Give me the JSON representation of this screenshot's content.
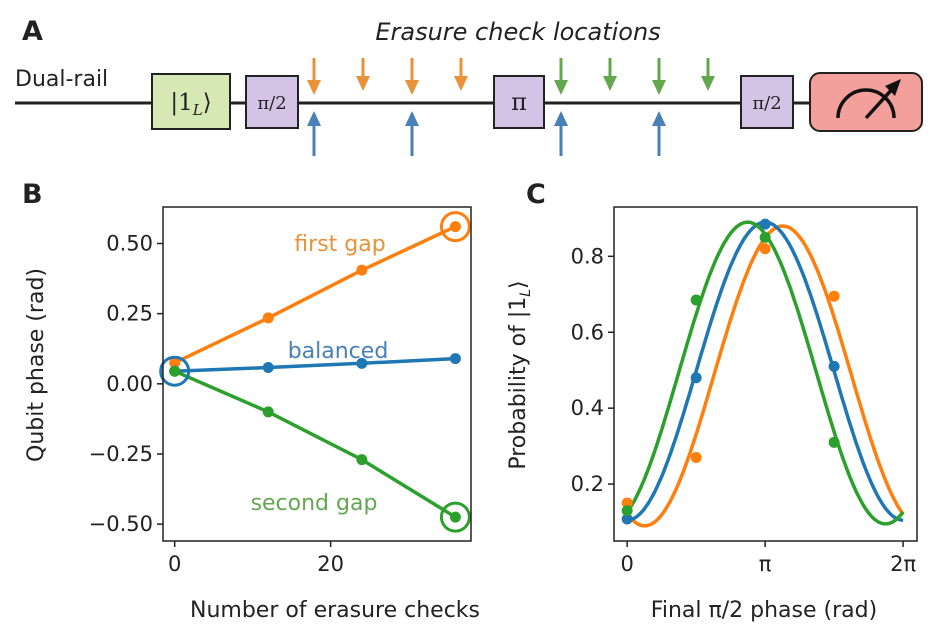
{
  "panels": {
    "a": {
      "letter": "A",
      "title": "Erasure check locations",
      "rail_label": "Dual-rail",
      "gates": {
        "prep": "|1",
        "prep_sub": "L",
        "prep_close": "⟩",
        "half_pi": "π/2",
        "pi": "π",
        "measure": "measurement"
      },
      "colors": {
        "orange": "#e8923a",
        "green": "#63a84f",
        "blue": "#4a80b8"
      }
    },
    "b": {
      "letter": "B"
    },
    "c": {
      "letter": "C"
    }
  },
  "chart_data": [
    {
      "type": "line",
      "xlabel": "Number of erasure checks",
      "ylabel": "Qubit phase (rad)",
      "xlim": [
        -1.5,
        38
      ],
      "ylim": [
        -0.56,
        0.63
      ],
      "xticks": [
        0,
        20
      ],
      "xtick_labels": [
        "0",
        "20"
      ],
      "yticks": [
        0.5,
        0.25,
        0.0,
        -0.25,
        -0.5
      ],
      "ytick_labels": [
        "0.50",
        "0.25",
        "0.00",
        "−0.25",
        "−0.50"
      ],
      "grid": false,
      "series": [
        {
          "name": "first gap",
          "color": "#ff7f0e",
          "x": [
            0,
            12,
            24,
            36
          ],
          "y": [
            0.075,
            0.235,
            0.405,
            0.56
          ]
        },
        {
          "name": "balanced",
          "color": "#1f77b4",
          "x": [
            0,
            12,
            24,
            36
          ],
          "y": [
            0.045,
            0.058,
            0.073,
            0.09
          ]
        },
        {
          "name": "second gap",
          "color": "#2ca02c",
          "x": [
            0,
            12,
            24,
            36
          ],
          "y": [
            0.045,
            -0.1,
            -0.27,
            -0.475
          ]
        }
      ],
      "annotations": [
        {
          "text": "first gap",
          "color": "#e8923a"
        },
        {
          "text": "balanced",
          "color": "#4a80b8"
        },
        {
          "text": "second gap",
          "color": "#63a84f"
        }
      ],
      "highlighted_points": [
        {
          "series": "first gap",
          "x": 36,
          "y": 0.56
        },
        {
          "series": "balanced",
          "x": 0,
          "y": 0.045
        },
        {
          "series": "second gap",
          "x": 36,
          "y": -0.475
        }
      ]
    },
    {
      "type": "line",
      "xlabel": "Final π/2 phase (rad)",
      "ylabel": "Probability of |1",
      "ylabel_sub": "L",
      "ylabel_close": "⟩",
      "xlim": [
        -0.3,
        6.6
      ],
      "ylim": [
        0.05,
        0.93
      ],
      "xticks": [
        0,
        3.1416,
        6.2832
      ],
      "xtick_labels": [
        "0",
        "π",
        "2π"
      ],
      "yticks": [
        0.2,
        0.4,
        0.6,
        0.8
      ],
      "ytick_labels": [
        "0.2",
        "0.4",
        "0.6",
        "0.8"
      ],
      "grid": false,
      "series": [
        {
          "name": "",
          "color": "#1f77b4",
          "offset": 3.1416,
          "center": 0.4975,
          "amplitude": 0.3925,
          "points_x": [
            0,
            1.5708,
            3.1416,
            4.7124
          ],
          "points_y": [
            0.108,
            0.48,
            0.885,
            0.51
          ]
        },
        {
          "name": "",
          "color": "#ff7f0e",
          "offset": 3.5416,
          "center": 0.485,
          "amplitude": 0.395,
          "points_x": [
            0,
            1.5708,
            3.1416,
            4.7124
          ],
          "points_y": [
            0.15,
            0.27,
            0.82,
            0.695
          ]
        },
        {
          "name": "",
          "color": "#2ca02c",
          "offset": 2.7416,
          "center": 0.4925,
          "amplitude": 0.3975,
          "points_x": [
            0,
            1.5708,
            3.1416,
            4.7124
          ],
          "points_y": [
            0.13,
            0.685,
            0.85,
            0.31
          ]
        }
      ]
    }
  ]
}
